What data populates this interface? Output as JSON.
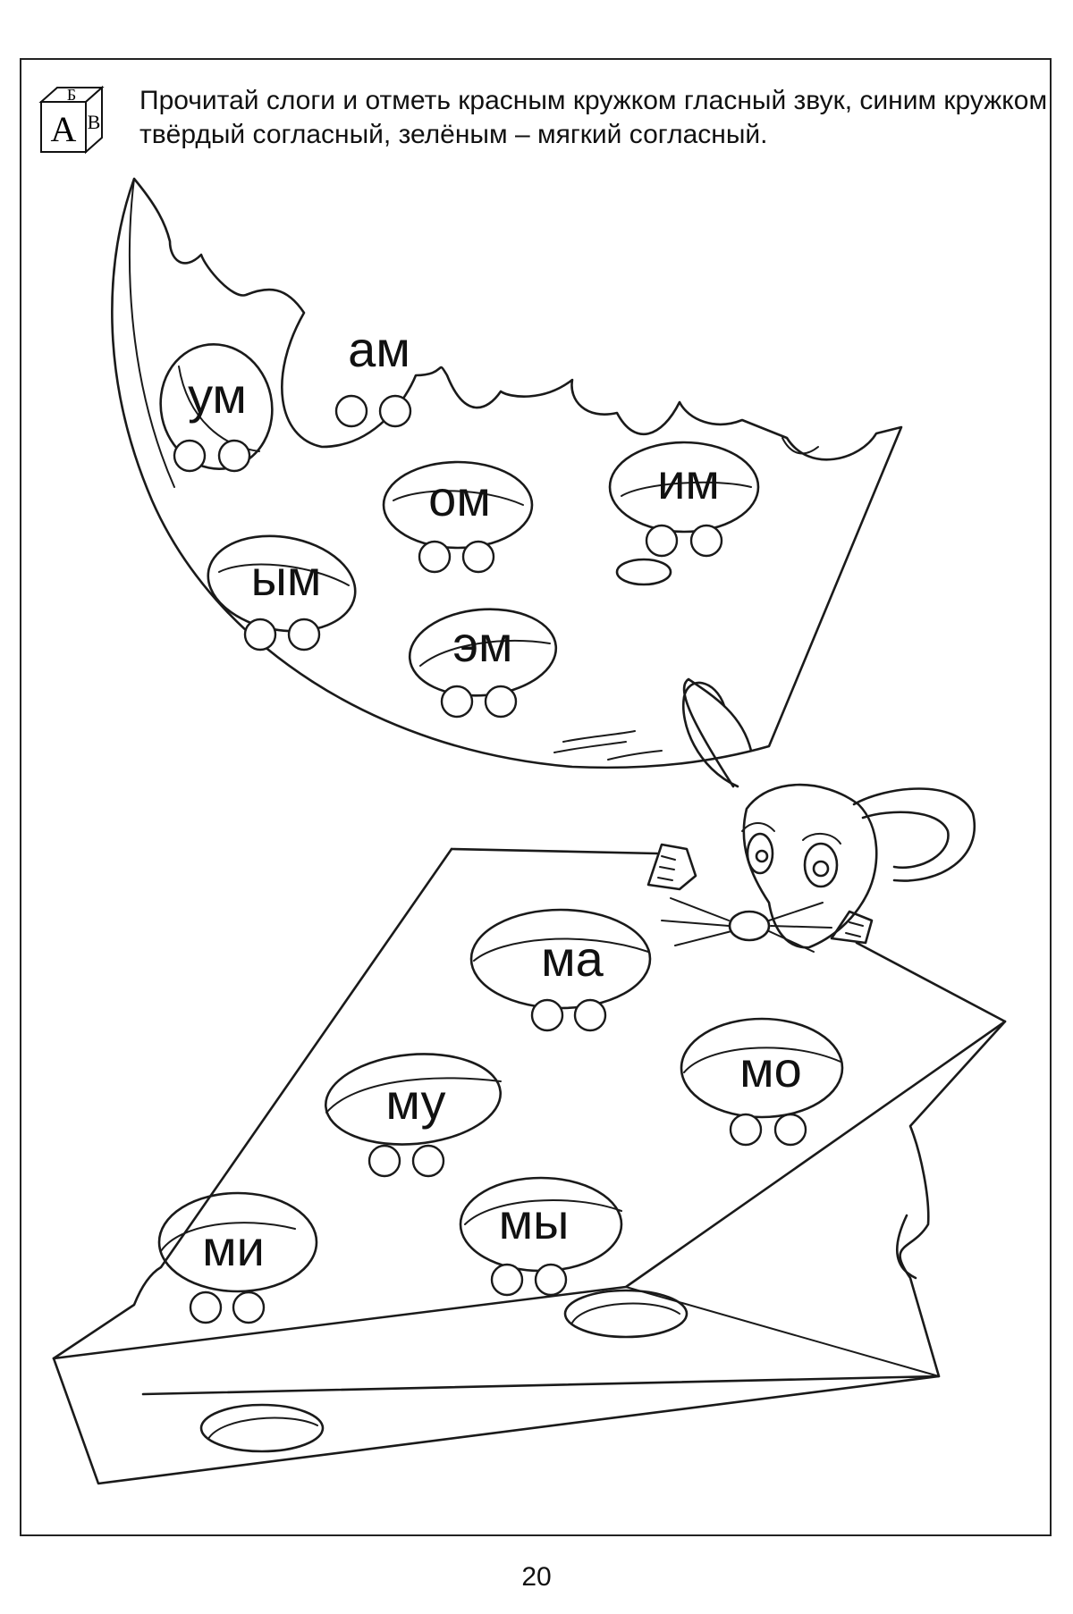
{
  "header": {
    "cube_letters": [
      "Б",
      "А",
      "В"
    ],
    "instruction": "Прочитай слоги и отметь красным кружком гласный звук, синим кружком твёрдый согласный, зелёным – мягкий согласный."
  },
  "top_cheese": {
    "syllables": [
      "ум",
      "ам",
      "ом",
      "им",
      "ым",
      "эм"
    ]
  },
  "bottom_cheese": {
    "syllables": [
      "ма",
      "мо",
      "му",
      "мы",
      "ми"
    ]
  },
  "footer": {
    "page_number": "20"
  }
}
